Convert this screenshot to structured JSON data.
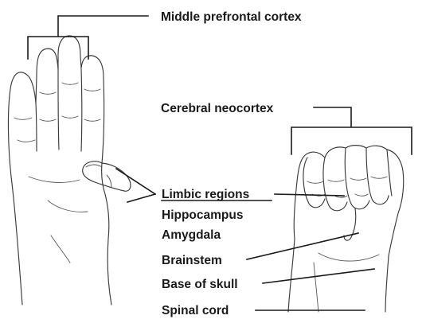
{
  "labels": {
    "middle_prefrontal_cortex": "Middle prefrontal cortex",
    "cerebral_neocortex": "Cerebral neocortex",
    "limbic_regions": "Limbic regions",
    "hippocampus": "Hippocampus",
    "amygdala": "Amygdala",
    "brainstem": "Brainstem",
    "base_of_skull": "Base of skull",
    "spinal_cord": "Spinal cord"
  },
  "colors": {
    "ink": "#1a1a1a",
    "outline": "#3a3a3a",
    "background": "#ffffff"
  }
}
